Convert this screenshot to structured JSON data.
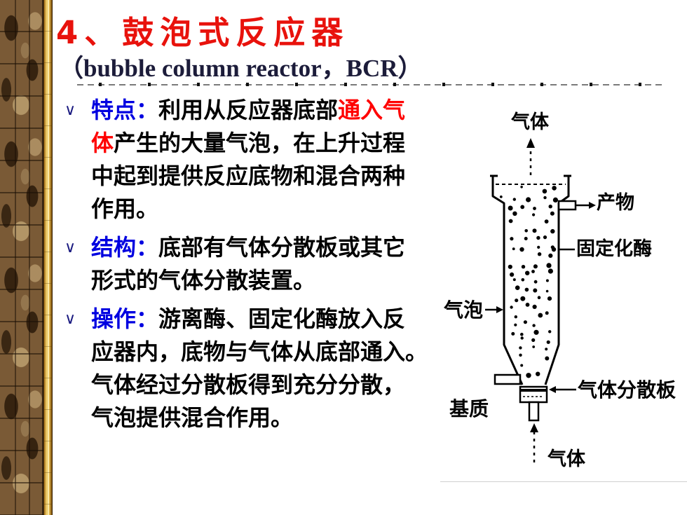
{
  "slide": {
    "title": "4、鼓泡式反应器",
    "subtitle": "（bubble column reactor，BCR）",
    "bullet_marker": "∨",
    "bullets": [
      {
        "label": "特点：",
        "lines": [
          [
            "利用从反应器底部",
            "通入气"
          ],
          [
            "体",
            "产生的大量气泡，在上升过程"
          ],
          [
            "中起到提供反应底物和混合两种"
          ],
          [
            "作用。"
          ]
        ]
      },
      {
        "label": "结构：",
        "lines": [
          [
            "底部有气体分散板或其它"
          ],
          [
            "形式的气体分散装置。"
          ]
        ]
      },
      {
        "label": "操作：",
        "lines": [
          [
            "游离酶、固定化酶放入反"
          ],
          [
            "应器内，底物与气体从底部通入。"
          ],
          [
            "气体经过分散板得到充分分散，"
          ],
          [
            "气泡提供混合作用。"
          ]
        ]
      }
    ]
  },
  "diagram": {
    "labels": {
      "gas_out": "气体",
      "product": "产物",
      "immobilized_enzyme": "固定化酶",
      "bubbles": "气泡",
      "gas_distributor": "气体分散板",
      "substrate": "基质",
      "gas_in": "气体"
    }
  },
  "colors": {
    "title": "#e8120c",
    "subtitle": "#1c1c3a",
    "label": "#0000e0",
    "emphasis": "#ff0000",
    "text": "#000000",
    "marker": "#1a1a80"
  }
}
